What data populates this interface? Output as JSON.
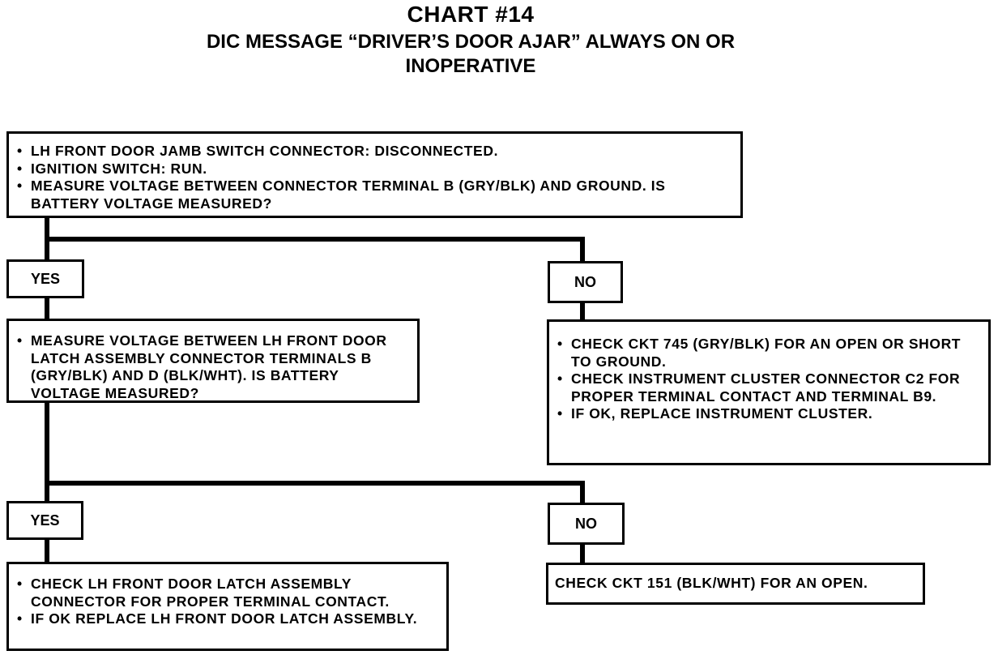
{
  "header": {
    "chart_number": "CHART #14",
    "title_line1": "DIC MESSAGE “DRIVER’S DOOR AJAR” ALWAYS ON OR",
    "title_line2": "INOPERATIVE"
  },
  "step1": {
    "bullets": [
      "LH FRONT DOOR JAMB SWITCH CONNECTOR: DISCONNECTED.",
      "IGNITION SWITCH: RUN.",
      "MEASURE VOLTAGE BETWEEN CONNECTOR TERMINAL B (GRY/BLK) AND GROUND. IS BATTERY VOLTAGE MEASURED?"
    ]
  },
  "branch1": {
    "yes": "YES",
    "no": "NO"
  },
  "step2": {
    "bullets": [
      "MEASURE VOLTAGE BETWEEN LH FRONT DOOR LATCH ASSEMBLY CONNECTOR TERMINALS B (GRY/BLK) AND D (BLK/WHT). IS BATTERY VOLTAGE MEASURED?"
    ]
  },
  "step1_no_result": {
    "bullets": [
      "CHECK CKT 745 (GRY/BLK) FOR AN OPEN OR SHORT TO GROUND.",
      "CHECK INSTRUMENT CLUSTER CONNECTOR C2 FOR PROPER TERMINAL CONTACT AND TERMINAL B9.",
      "IF OK, REPLACE INSTRUMENT CLUSTER."
    ]
  },
  "branch2": {
    "yes": "YES",
    "no": "NO"
  },
  "step2_yes_result": {
    "bullets": [
      "CHECK LH FRONT DOOR LATCH ASSEMBLY CONNECTOR FOR PROPER TERMINAL CONTACT.",
      "IF OK REPLACE LH FRONT DOOR LATCH ASSEMBLY."
    ]
  },
  "step2_no_result": {
    "text": "CHECK CKT 151 (BLK/WHT) FOR AN OPEN."
  }
}
